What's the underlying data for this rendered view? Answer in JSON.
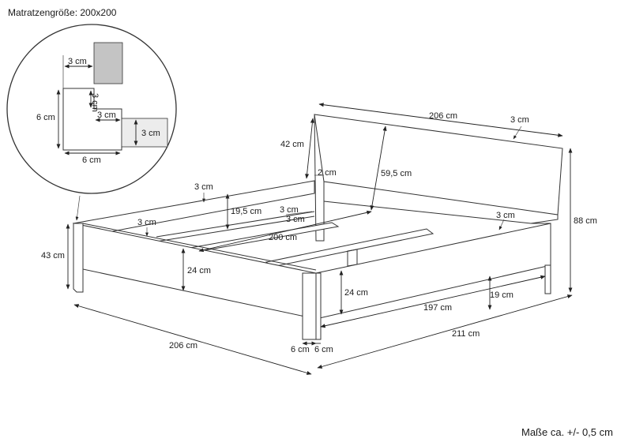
{
  "title": "Matratzengröße: 200x200",
  "note": "Maße ca. +/- 0,5 cm",
  "detail": {
    "post_width": "3 cm",
    "rail_height": "6 cm",
    "ledge_height": "3 cm",
    "base_width": "6 cm",
    "ledge_depth": "3 cm",
    "slat_height": "3 cm"
  },
  "dims": {
    "headboard_length": "206 cm",
    "headboard_thickness": "3 cm",
    "headboard_height": "42 cm",
    "headboard_gap": "2 cm",
    "headboard_slope": "59,5 cm",
    "total_height": "88 cm",
    "side_thickness": "3 cm",
    "side_height": "19,5 cm",
    "ledge_a": "3 cm",
    "ledge_b": "3 cm",
    "inner_length": "200 cm",
    "left_thickness": "3 cm",
    "right_thickness": "3 cm",
    "foot_height": "43 cm",
    "side_panel": "24 cm",
    "foot_panel": "24 cm",
    "leg_height": "19 cm",
    "inner_width": "197 cm",
    "width": "206 cm",
    "length": "211 cm",
    "leg_a": "6 cm",
    "leg_b": "6 cm"
  }
}
